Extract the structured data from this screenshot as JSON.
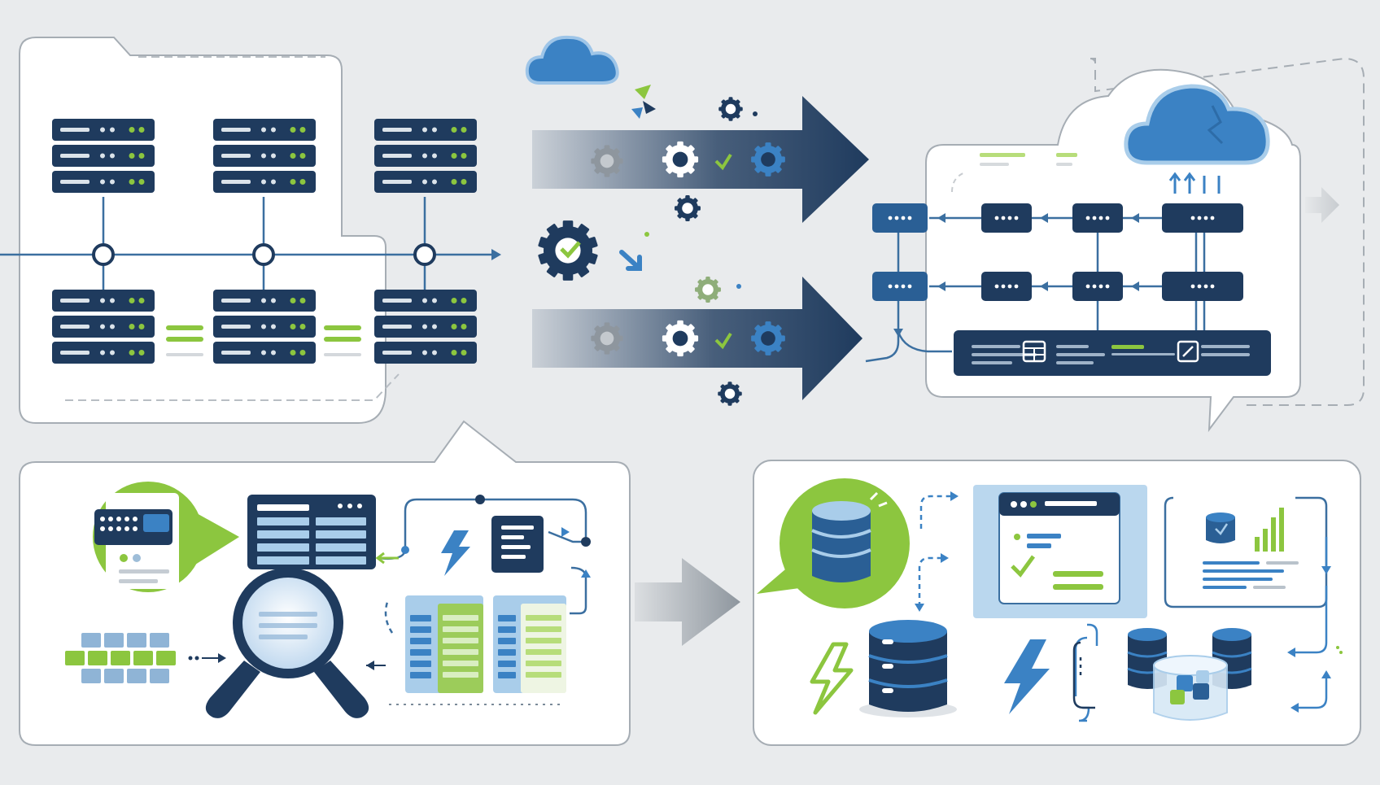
{
  "title": "",
  "panels": [
    {
      "id": "server-cluster",
      "kind": "source-servers",
      "text": ""
    },
    {
      "id": "cloud-grid",
      "kind": "cloud-destination",
      "text": ""
    },
    {
      "id": "data-analysis",
      "kind": "analysis",
      "text": ""
    },
    {
      "id": "database-storage",
      "kind": "storage",
      "text": ""
    }
  ],
  "icons": [
    "server-rack-icon",
    "cloud-icon",
    "gear-icon",
    "arrow-icon",
    "database-icon",
    "magnifier-icon",
    "lightning-icon",
    "spreadsheet-icon",
    "document-icon",
    "checklist-icon",
    "bar-chart-icon"
  ],
  "colors": {
    "navy": "#1f3b5e",
    "blue": "#3b82c4",
    "light_blue": "#a9cdea",
    "green": "#8cc63f",
    "background": "#e9ebed",
    "panel": "#ffffff",
    "border": "#a6adb4"
  },
  "counts": {
    "server_racks": 6,
    "flow_arrows": 3,
    "grid_nodes": 8,
    "databases": 4
  }
}
